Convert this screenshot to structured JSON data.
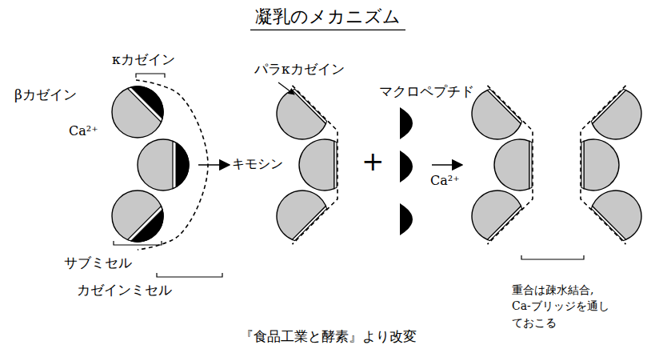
{
  "diagram": {
    "title": "凝乳のメカニズム",
    "caption": "『食品工業と酵素』より改変",
    "labels": [
      "κカゼイン",
      "βカゼイン",
      "Ca²⁺",
      "キモシン",
      "パラκカゼイン",
      "マクロペプチド",
      "+",
      "Ca²⁺",
      "重合は疎水結合, Ca-ブリッジを通しておこる",
      "サブミセル",
      "カゼインミセル"
    ]
  }
}
